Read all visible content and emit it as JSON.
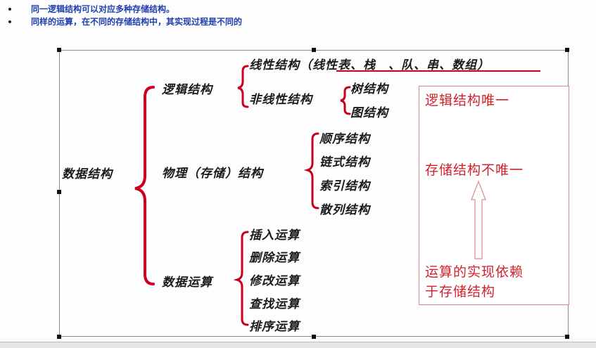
{
  "bullets": [
    {
      "text": "同一逻辑结构可以对应多种存储结构。"
    },
    {
      "text": "同样的运算，在不同的存储结构中，其实现过程是不同的"
    }
  ],
  "diagram": {
    "root": "数据结构",
    "logical": {
      "label": "逻辑结构",
      "linear": "线性结构（线性表、栈　、队、串、数组）",
      "nonlinear": {
        "label": "非线性结构",
        "children": [
          "树结构",
          "图结构"
        ]
      }
    },
    "physical": {
      "label": "物理（存储）结构",
      "children": [
        "顺序结构",
        "链式结构",
        "索引结构",
        "散列结构"
      ]
    },
    "operations": {
      "label": "数据运算",
      "children": [
        "插入运算",
        "删除运算",
        "修改运算",
        "查找运算",
        "排序运算"
      ]
    },
    "note_box": {
      "line1": "逻辑结构唯一",
      "line2": "存储结构不唯一",
      "line3": "运算的实现依赖",
      "line4": "于存储结构"
    }
  },
  "colors": {
    "brace": "#c8001e",
    "note_text": "#d4202a",
    "bullet_text": "#1f3fae",
    "underline": "#c8001e"
  }
}
